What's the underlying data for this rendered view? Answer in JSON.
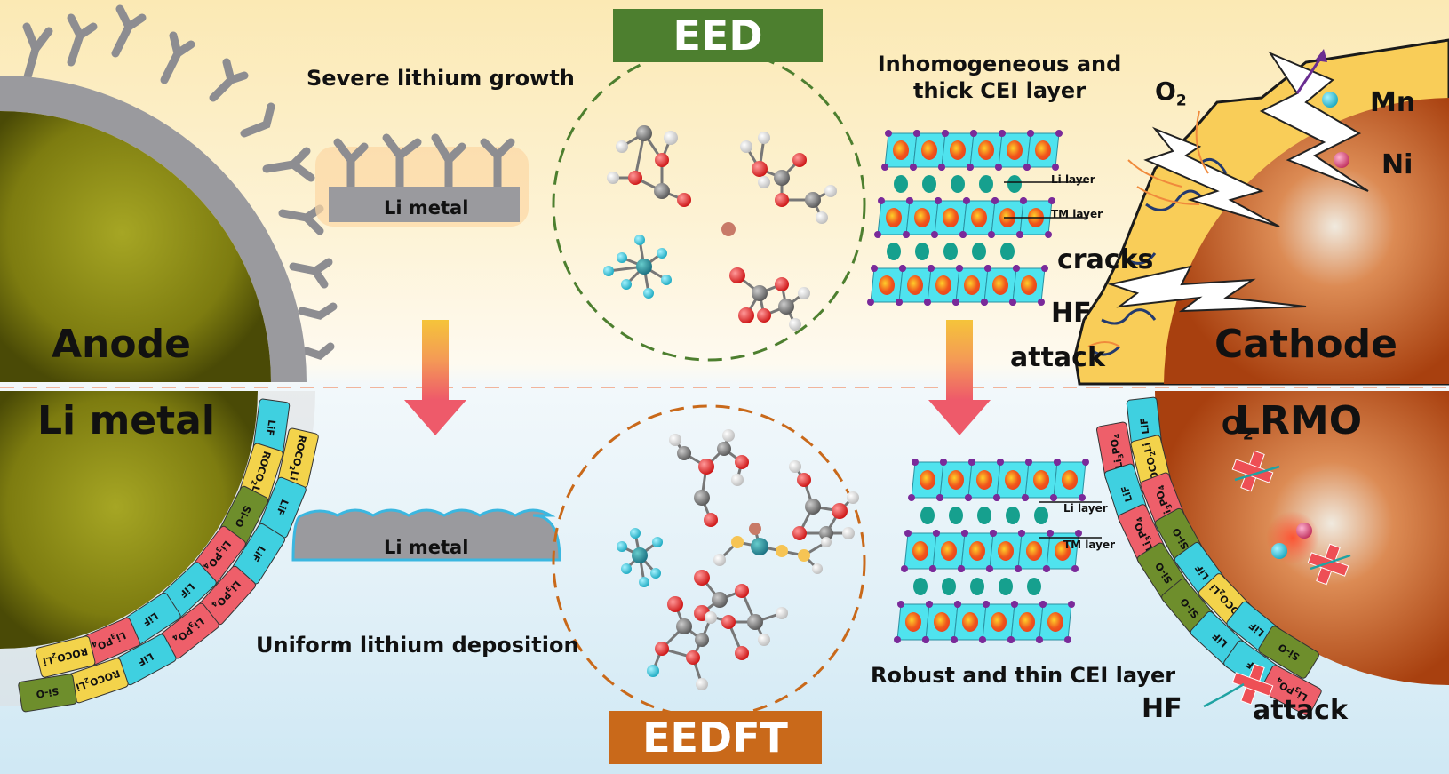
{
  "titles": {
    "top": "EED",
    "bottom": "EEDFT"
  },
  "anode": {
    "label": "Anode",
    "metal": "Li metal"
  },
  "cathode": {
    "label": "Cathode",
    "material": "LRMO"
  },
  "left_panel": {
    "top_caption": "Severe lithium growth",
    "top_block": "Li metal",
    "bottom_caption": "Uniform lithium deposition",
    "bottom_block": "Li metal"
  },
  "right_panel": {
    "top_caption_line1": "Inhomogeneous and",
    "top_caption_line2": "thick CEI layer",
    "li_layer": "Li layer",
    "tm_layer": "TM layer",
    "bottom_caption": "Robust and thin CEI layer"
  },
  "cathode_top": {
    "o2": "O",
    "o2_sub": "2",
    "mn": "Mn",
    "ni": "Ni",
    "cracks": "cracks",
    "hf": "HF",
    "attack": "attack"
  },
  "cathode_bottom": {
    "o2": "O",
    "o2_sub": "2",
    "hf": "HF",
    "attack": "attack"
  },
  "sei_tiles": [
    "LiF",
    "ROCO2Li",
    "Si-O",
    "Li3PO4",
    "LiF",
    "LiF",
    "Li3PO4",
    "ROCO2Li",
    "ROCO2Li",
    "LiF",
    "LiF",
    "Li3PO4",
    "Li3PO4",
    "LiF",
    "ROCO2Li",
    "Si-O"
  ],
  "cei_tiles": [
    "LiF",
    "ROCO2Li",
    "Li3PO4",
    "Si-O",
    "LiF",
    "ROCO2Li",
    "LiF",
    "Si-O",
    "Li3PO4",
    "LiF",
    "Li3PO4",
    "Si-O",
    "Si-O",
    "LiF",
    "LiF",
    "Li3PO4"
  ],
  "colors": {
    "eed_box": "#4d7f2f",
    "eedft_box": "#c9691a",
    "anode": "#7d7c10",
    "cathode": "#c8561e",
    "lif": "#3fd0e0",
    "roco2li": "#f3d34b",
    "sio": "#6e8e2c",
    "li3po4": "#ee5f6a",
    "lattice": "#4fe3ee",
    "tm_atom": "#f0561c",
    "li_atom": "#16a08e"
  }
}
